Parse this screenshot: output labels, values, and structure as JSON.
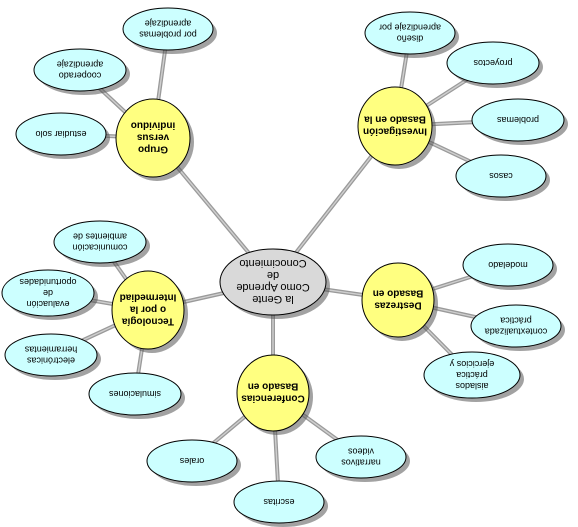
{
  "center": {
    "lines": [
      "la Gente",
      "Como Aprende",
      "de",
      "Conocimiento"
    ]
  },
  "branches": [
    {
      "id": "grupo",
      "lines": [
        "Grupo",
        "versus",
        "individuo"
      ],
      "leaves": [
        {
          "id": "problemas",
          "lines": [
            "por problemas",
            "aprendizaje"
          ]
        },
        {
          "id": "cooperado",
          "lines": [
            "cooperado",
            "aprendizaje"
          ]
        },
        {
          "id": "solo",
          "lines": [
            "estudiar solo"
          ]
        }
      ]
    },
    {
      "id": "investigacion",
      "lines": [
        "Investigación",
        "Basado en la"
      ],
      "leaves": [
        {
          "id": "diseno",
          "lines": [
            "diseño",
            "aprendizaje por"
          ]
        },
        {
          "id": "proyectos",
          "lines": [
            "proyectos"
          ]
        },
        {
          "id": "problemas2",
          "lines": [
            "problemas"
          ]
        },
        {
          "id": "casos",
          "lines": [
            "casos"
          ]
        }
      ]
    },
    {
      "id": "tecnologia",
      "lines": [
        "Tecnología",
        "o por la",
        "Intermediad"
      ],
      "leaves": [
        {
          "id": "comunicacion",
          "lines": [
            "comunicación",
            "ambientes de"
          ]
        },
        {
          "id": "evaluacion",
          "lines": [
            "evaluación",
            "de",
            "oportunidades"
          ]
        },
        {
          "id": "herramientas",
          "lines": [
            "electrónicas",
            "herramientas"
          ]
        },
        {
          "id": "simulaciones",
          "lines": [
            "simulaciones"
          ]
        }
      ]
    },
    {
      "id": "destrezas",
      "lines": [
        "Destrezas",
        "Basado en"
      ],
      "leaves": [
        {
          "id": "modelado",
          "lines": [
            "modelado"
          ]
        },
        {
          "id": "contextualizada",
          "lines": [
            "contextualizada",
            "práctica"
          ]
        },
        {
          "id": "ejercicios",
          "lines": [
            "aislados",
            "práctica",
            "ejercicios y"
          ]
        }
      ]
    },
    {
      "id": "conferencias",
      "lines": [
        "Conferencias",
        "Basado en"
      ],
      "leaves": [
        {
          "id": "orales",
          "lines": [
            "orales"
          ]
        },
        {
          "id": "escritas",
          "lines": [
            "escritas"
          ]
        },
        {
          "id": "videos",
          "lines": [
            "narrativos",
            "videos"
          ]
        }
      ]
    }
  ],
  "colors": {
    "center_fill": "#d9d9d9",
    "branch_fill": "#ffff80",
    "leaf_fill": "#ccffff",
    "outline": "#000000",
    "connector": "#9a9a9a",
    "shadow": "#555555"
  }
}
